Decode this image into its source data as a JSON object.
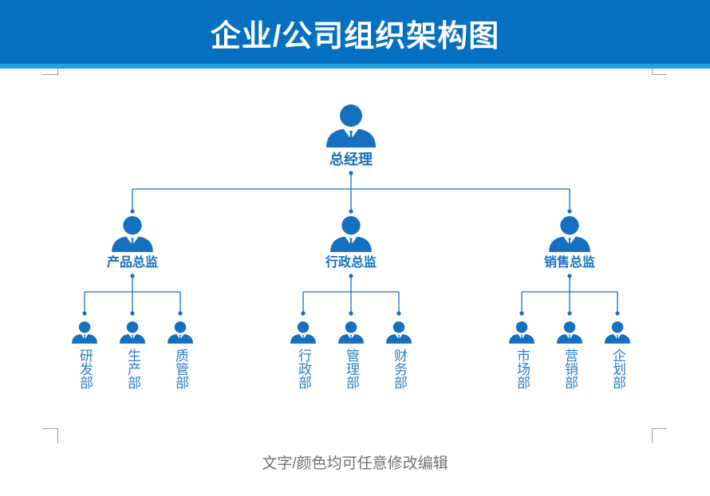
{
  "title": "企业/公司组织架构图",
  "org": {
    "root": {
      "label": "总经理"
    },
    "directors": [
      {
        "label": "产品总监",
        "departments": [
          "研发部",
          "生产部",
          "质管部"
        ]
      },
      {
        "label": "行政总监",
        "departments": [
          "行政部",
          "管理部",
          "财务部"
        ]
      },
      {
        "label": "销售总监",
        "departments": [
          "市场部",
          "营销部",
          "企划部"
        ]
      }
    ]
  },
  "footer_note": "文字/颜色均可任意修改编辑",
  "colors": {
    "header": "#0570c0",
    "stripe": "#1ea3e3",
    "node": "#1570c0",
    "department_text": "#2d7dc7",
    "footer_text": "#707070"
  },
  "icons": {
    "node_icon": "person-icon"
  }
}
